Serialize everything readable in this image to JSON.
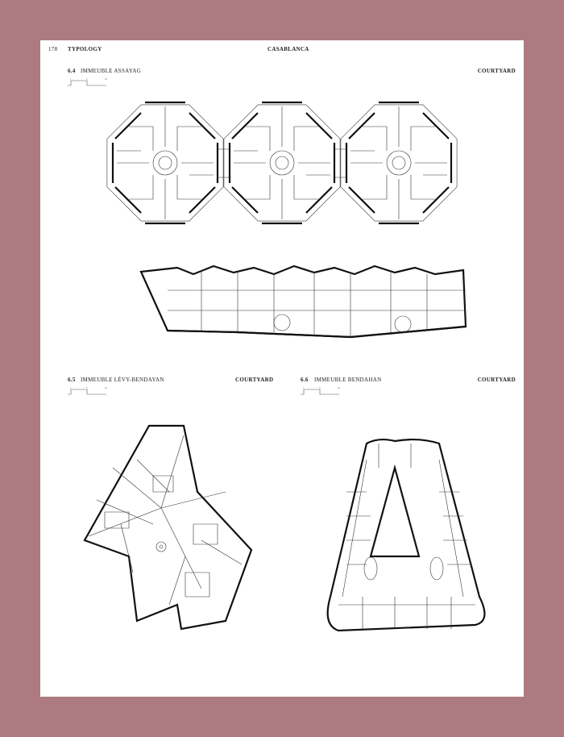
{
  "header": {
    "page_number": "178",
    "section": "TYPOLOGY",
    "city": "CASABLANCA"
  },
  "plans": [
    {
      "number": "6.4",
      "title": "IMMEUBLE ASSAYAG",
      "type": "COURTYARD",
      "scale_labels": [
        "1",
        "5",
        "10"
      ]
    },
    {
      "number": "6.5",
      "title": "IMMEUBLE LÉVY-BENDAYAN",
      "type": "COURTYARD",
      "scale_labels": [
        "1",
        "5",
        "10"
      ]
    },
    {
      "number": "6.6",
      "title": "IMMEUBLE BENDAHAN",
      "type": "COURTYARD",
      "scale_labels": [
        "1",
        "5",
        "10"
      ]
    }
  ],
  "colors": {
    "background": "#ad7a82",
    "page": "#ffffff",
    "ink": "#111111"
  }
}
